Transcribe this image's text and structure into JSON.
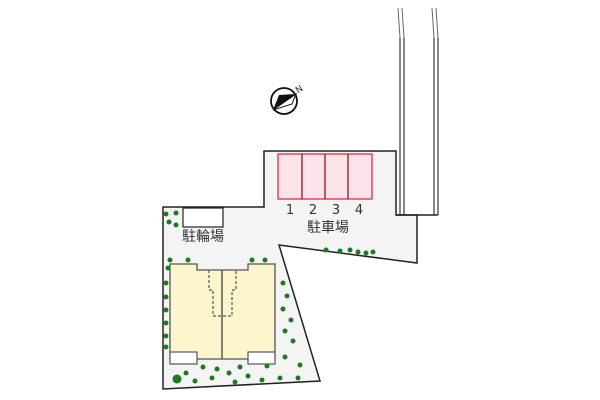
{
  "diagram": {
    "type": "site-plan",
    "colors": {
      "lot": "#f4f4f4",
      "border": "#222222",
      "parking_fill": "#fde4ea",
      "parking_stroke": "#d9304a",
      "building": "#fdf6cd",
      "tree": "#1e7a1e",
      "road_line": "#888888"
    },
    "compass": {
      "label": "N",
      "icon": "north-arrow-icon"
    },
    "parking": {
      "label": "駐車場",
      "spaces": [
        {
          "number": "1"
        },
        {
          "number": "2"
        },
        {
          "number": "3"
        },
        {
          "number": "4"
        }
      ]
    },
    "bicycle_parking": {
      "label": "駐輪場"
    },
    "building": {
      "units": 2
    }
  }
}
